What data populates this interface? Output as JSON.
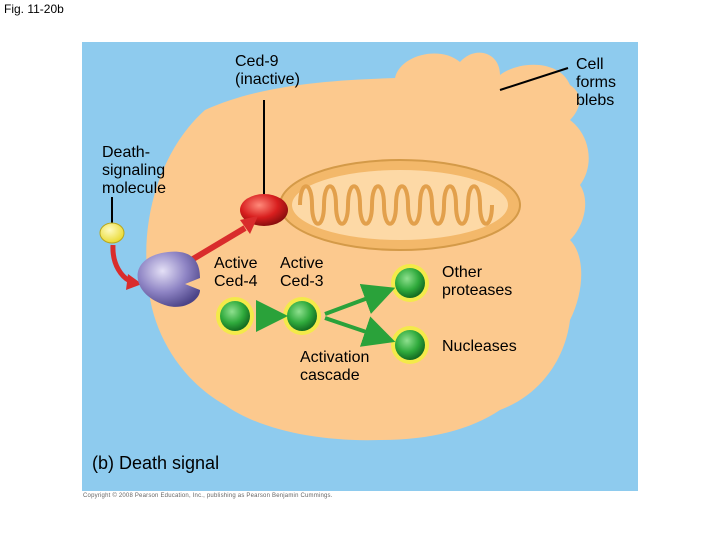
{
  "figure_label": "Fig. 11-20b",
  "labels": {
    "ced9": "Ced-9\n(inactive)",
    "blebs": "Cell\nforms\nblebs",
    "death_molecule": "Death-\nsignaling\nmolecule",
    "active_ced4": "Active\nCed-4",
    "active_ced3": "Active\nCed-3",
    "other_proteases": "Other\nproteases",
    "nucleases": "Nucleases",
    "activation_cascade": "Activation\ncascade"
  },
  "caption": "(b) Death signal",
  "copyright": "Copyright © 2008 Pearson Education, Inc., publishing as Pearson Benjamin Cummings.",
  "colors": {
    "background": "#8ecbee",
    "cell": "#fcc98e",
    "mitochondrion": "#f3b86a",
    "ced9": "#d81e1e",
    "ced4": "#8e84c4",
    "signal_molecule": "#f4ea4a",
    "enzyme": "#2faa3c",
    "enzyme_ring": "#f4ea4a",
    "arrow_red": "#d92c2c",
    "arrow_green": "#2aa23a"
  }
}
